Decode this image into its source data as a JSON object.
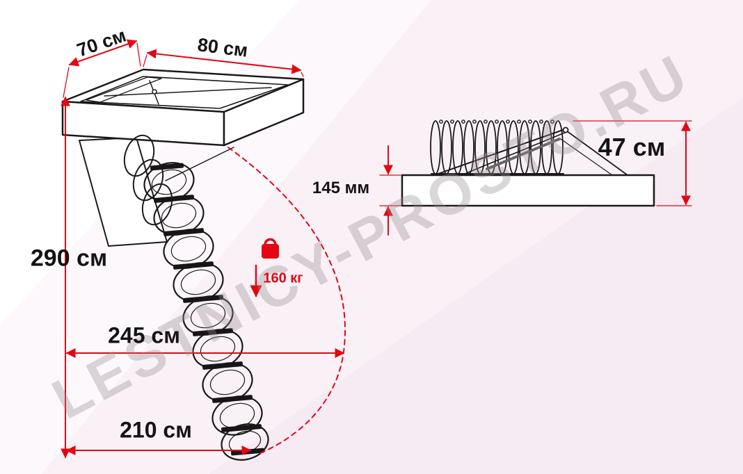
{
  "watermark": {
    "text": "LESTNICY-PROSTO.RU"
  },
  "colors": {
    "dimension_red": "#e30613",
    "ink": "#141414",
    "background_tint": "#faf1f6"
  },
  "icons": {
    "load": "weight-icon"
  },
  "ladder_front_view": {
    "hatch_depth": "70 см",
    "hatch_width": "80 см",
    "ceiling_height": "290 см",
    "floor_projection": "245 см",
    "base_distance": "210 см",
    "max_load": "160 кг"
  },
  "ladder_side_view": {
    "box_thickness": "145 мм",
    "folded_height": "47 см"
  }
}
